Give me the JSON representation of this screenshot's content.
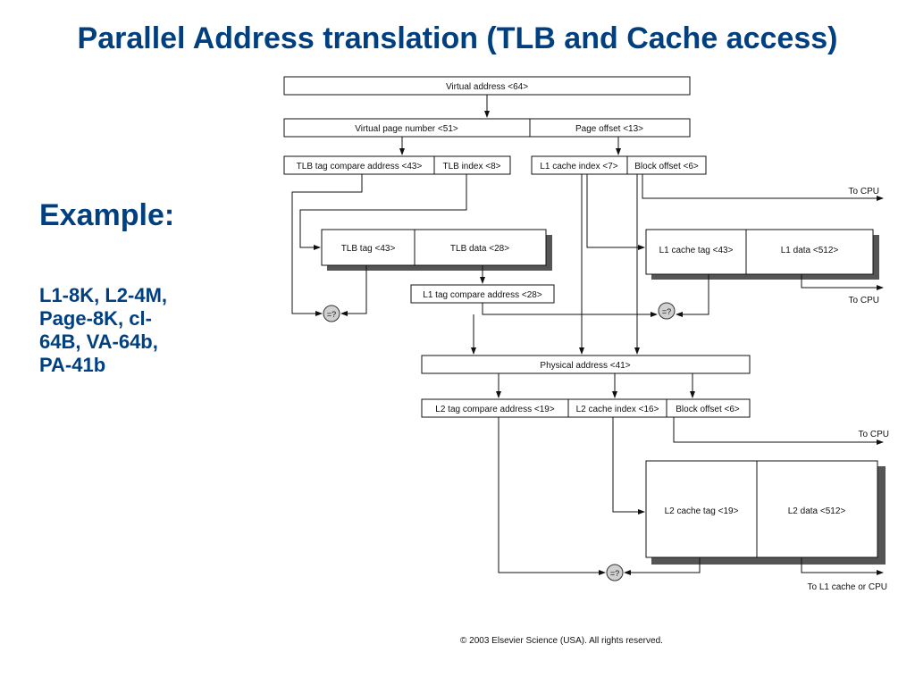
{
  "slide": {
    "title": "Parallel Address translation (TLB and Cache access)",
    "example_heading": "Example:",
    "example_text": "L1-8K, L2-4M,\nPage-8K, cl-\n64B, VA-64b,\nPA-41b",
    "copyright": "© 2003 Elsevier Science (USA). All rights reserved."
  },
  "diagram": {
    "virtual_address": "Virtual address <64>",
    "virtual_page_number": "Virtual page number <51>",
    "page_offset": "Page offset  <13>",
    "tlb_tag_compare_address": "TLB tag compare address <43>",
    "tlb_index": "TLB index <8>",
    "l1_cache_index": "L1 cache index <7>",
    "block_offset_l1": "Block offset  <6>",
    "to_cpu_1": "To CPU",
    "tlb_tag": "TLB tag <43>",
    "tlb_data": "TLB data <28>",
    "l1_cache_tag": "L1 cache tag <43>",
    "l1_data": "L1 data <512>",
    "l1_tag_compare_address": "L1 tag compare address <28>",
    "to_cpu_2": "To CPU",
    "comparator_1": "=?",
    "comparator_2": "=?",
    "physical_address": "Physical address <41>",
    "l2_tag_compare_address": "L2 tag compare address <19>",
    "l2_cache_index": "L2 cache index <16>",
    "block_offset_l2": "Block offset  <6>",
    "to_cpu_3": "To CPU",
    "l2_cache_tag": "L2 cache tag <19>",
    "l2_data": "L2 data <512>",
    "comparator_3": "=?",
    "to_l1_or_cpu": "To L1 cache or CPU"
  }
}
